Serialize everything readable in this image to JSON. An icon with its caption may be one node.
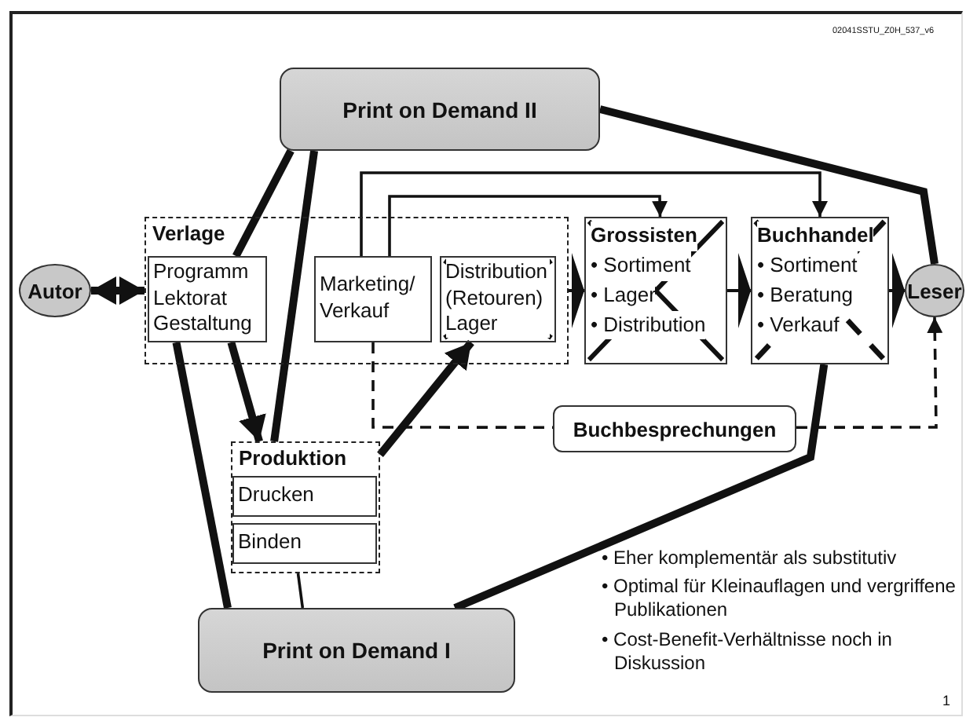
{
  "diagram": {
    "nodes": [
      {
        "text": [
          "Print on Demand II"
        ]
      },
      {
        "text": [
          "Autor"
        ]
      },
      {
        "text": [
          "Verlage"
        ]
      },
      {
        "text": [
          "Programm Lektorat Gestaltung"
        ],
        "in": 2
      },
      {
        "text": [
          "Marketing/ Verkauf"
        ],
        "in": 2
      },
      {
        "text": [
          "Distribution (Retouren) Lager"
        ],
        "in": 2
      },
      {
        "text": [
          "Grossisten",
          "• Sortiment",
          "• Lager",
          "• Distribution"
        ]
      },
      {
        "text": [
          "Buchhandel",
          "• Sortiment",
          "• Beratung",
          "• Verkauf"
        ]
      },
      {
        "text": [
          "Leser"
        ]
      },
      {
        "text": [
          "Buchbesprechungen"
        ]
      },
      {
        "text": [
          "Produktion"
        ]
      },
      {
        "text": [
          "Drucken"
        ],
        "in": 10
      },
      {
        "text": [
          "Binden"
        ],
        "in": 10
      },
      {
        "text": [
          "Print on Demand I"
        ]
      }
    ],
    "edges": [
      {
        "from": 1,
        "to": 2,
        "arrow": "both",
        "style": "thick"
      },
      {
        "from": 0,
        "to": 3,
        "arrow": "none",
        "style": "thick"
      },
      {
        "from": 0,
        "to": 10,
        "arrow": "none",
        "style": "thick"
      },
      {
        "from": 0,
        "to": 8,
        "arrow": "none",
        "style": "thick"
      },
      {
        "from": 13,
        "to": 3,
        "arrow": "none",
        "style": "thick"
      },
      {
        "from": 13,
        "to": 10,
        "arrow": "none"
      },
      {
        "from": 13,
        "to": 7,
        "arrow": "none",
        "style": "thick"
      },
      {
        "from": 3,
        "to": 10,
        "arrow": "to",
        "style": "thick"
      },
      {
        "from": 10,
        "to": 5,
        "arrow": "to",
        "style": "thick"
      },
      {
        "from": 4,
        "to": 6,
        "arrow": "to"
      },
      {
        "from": 4,
        "to": 7,
        "arrow": "to"
      },
      {
        "from": 4,
        "to": 9,
        "arrow": "none",
        "style": "dashed"
      },
      {
        "from": 9,
        "to": 8,
        "arrow": "to",
        "style": "dashed"
      },
      {
        "from": 2,
        "to": 6,
        "arrow": "to"
      },
      {
        "from": 6,
        "to": 7,
        "arrow": "to"
      },
      {
        "from": 7,
        "to": 8,
        "arrow": "to"
      }
    ],
    "labels": [
      "02041SSTU_Z0H_537_v6",
      "• Eher komplementär als substitutiv",
      "• Optimal für Kleinauflagen und vergriffene Publikationen",
      "• Cost-Benefit-Verhältnisse noch in Diskussion",
      "1"
    ]
  }
}
